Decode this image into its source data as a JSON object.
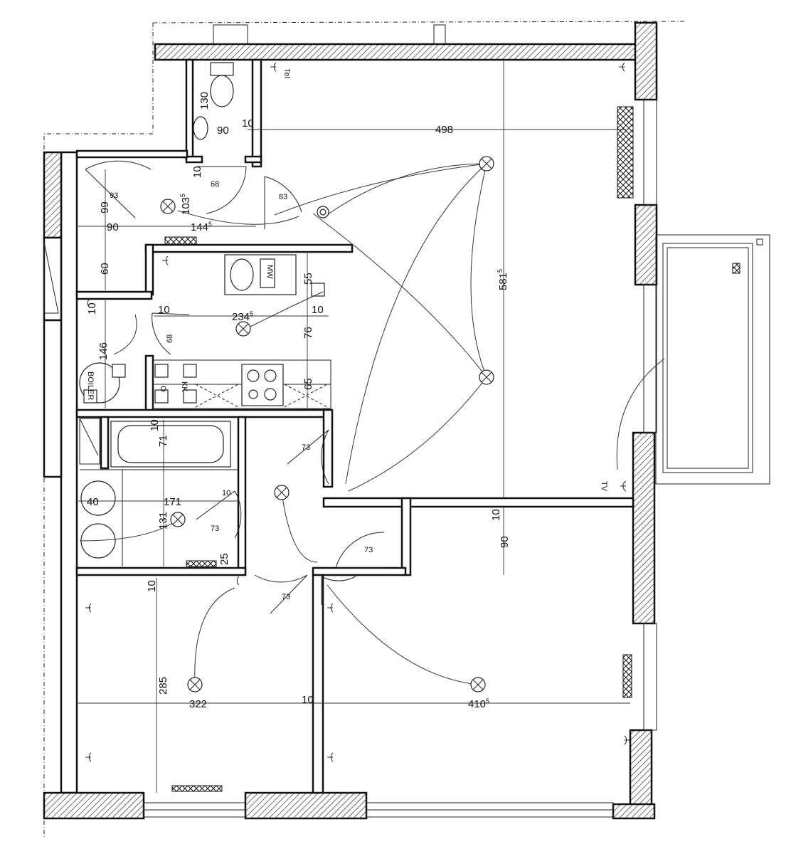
{
  "dimensions": {
    "living_width": "498",
    "living_height_main": "581",
    "living_height_sup": "5",
    "hall_top_left_width": "90",
    "hall_top_right_main": "144",
    "hall_top_right_sup": "5",
    "hall_top_height": "99",
    "hall_left_height": "60",
    "hall_door_93": "93",
    "wc_width": "90",
    "wc_height": "130",
    "wc_wall": "10",
    "wc_sub_wall": "10",
    "door_68_wc": "68",
    "wc_door_height_main": "103",
    "wc_door_height_sup": "5",
    "door_83": "83",
    "kitchen_width_main": "234",
    "kitchen_width_sup": "5",
    "kitchen_wall_left": "10",
    "kitchen_wall_right": "10",
    "kitchen_depth": "76",
    "kitchen_counter_top": "55",
    "kitchen_counter_bottom": "65",
    "door_68_boiler": "68",
    "boiler_height": "146",
    "boiler_wall": "10",
    "boiler_label": "BOILER",
    "dishwasher_label": "MW",
    "fridge_label": "KK",
    "oven_label": "O",
    "bath_wall": "10",
    "bath_height": "71",
    "bath_width": "171",
    "bath_lower_height": "131",
    "bath_washer": "40",
    "bath_door_73": "73",
    "bath_side_10": "10",
    "bath_side_25": "25",
    "hall_door_73": "73",
    "corridor_door_73": "73",
    "bedroom_door_73": "73",
    "living_wall_bottom": "10",
    "living_lower_height": "90",
    "bedroom1_wall": "10",
    "bedroom1_height": "285",
    "bedroom1_width": "322",
    "bedroom_divider": "10",
    "bedroom2_width_main": "410",
    "bedroom2_width_sup": "5",
    "tel_label": "Tel",
    "tv_label": "TV"
  }
}
